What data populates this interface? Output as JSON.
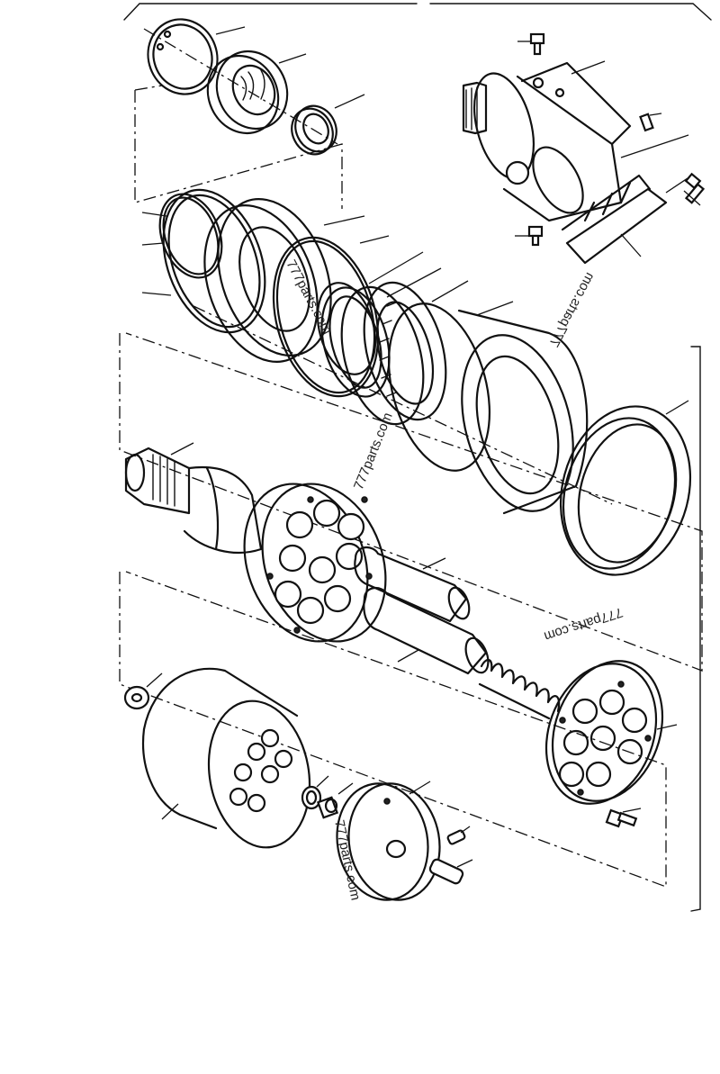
{
  "watermarks": [
    "777parts.com",
    "777parts.com",
    "777parts.com",
    "777parts.com",
    "777parts.com"
  ]
}
